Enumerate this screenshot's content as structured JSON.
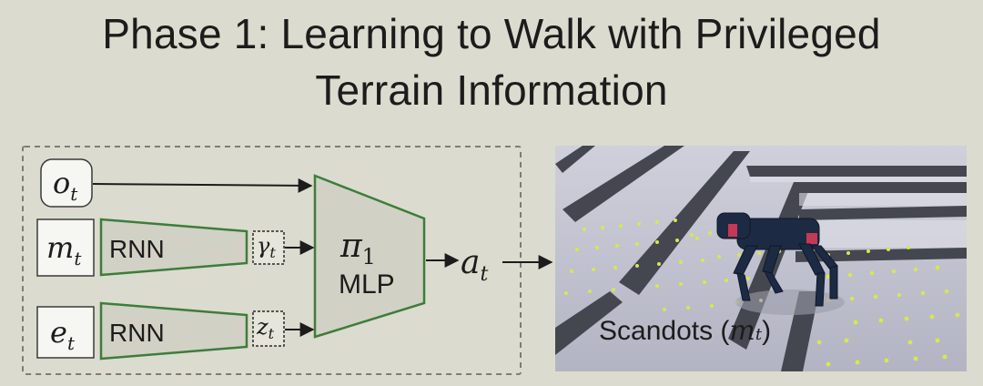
{
  "title": {
    "line1": "Phase 1: Learning to Walk with Privileged",
    "line2": "Terrain Information"
  },
  "diagram": {
    "inputs": {
      "o": {
        "symbol": "o",
        "subscript": "t"
      },
      "m": {
        "symbol": "m",
        "subscript": "t"
      },
      "e": {
        "symbol": "e",
        "subscript": "t"
      }
    },
    "rnn_top": "RNN",
    "rnn_bottom": "RNN",
    "latent_gamma": {
      "symbol": "γ",
      "subscript": "t"
    },
    "latent_z": {
      "symbol": "z",
      "subscript": "t"
    },
    "policy": {
      "symbol": "π",
      "subscript": "1",
      "label": "MLP"
    },
    "action": {
      "symbol": "a",
      "subscript": "t"
    }
  },
  "scene": {
    "caption": "Scandots (",
    "caption_symbol": "m",
    "caption_subscript": "t",
    "caption_close": ")"
  },
  "colors": {
    "background": "#dcdbcf",
    "accent_green": "#3d7d3a",
    "scandot_yellow": "#d8e84a",
    "robot_navy": "#1d2a44"
  }
}
